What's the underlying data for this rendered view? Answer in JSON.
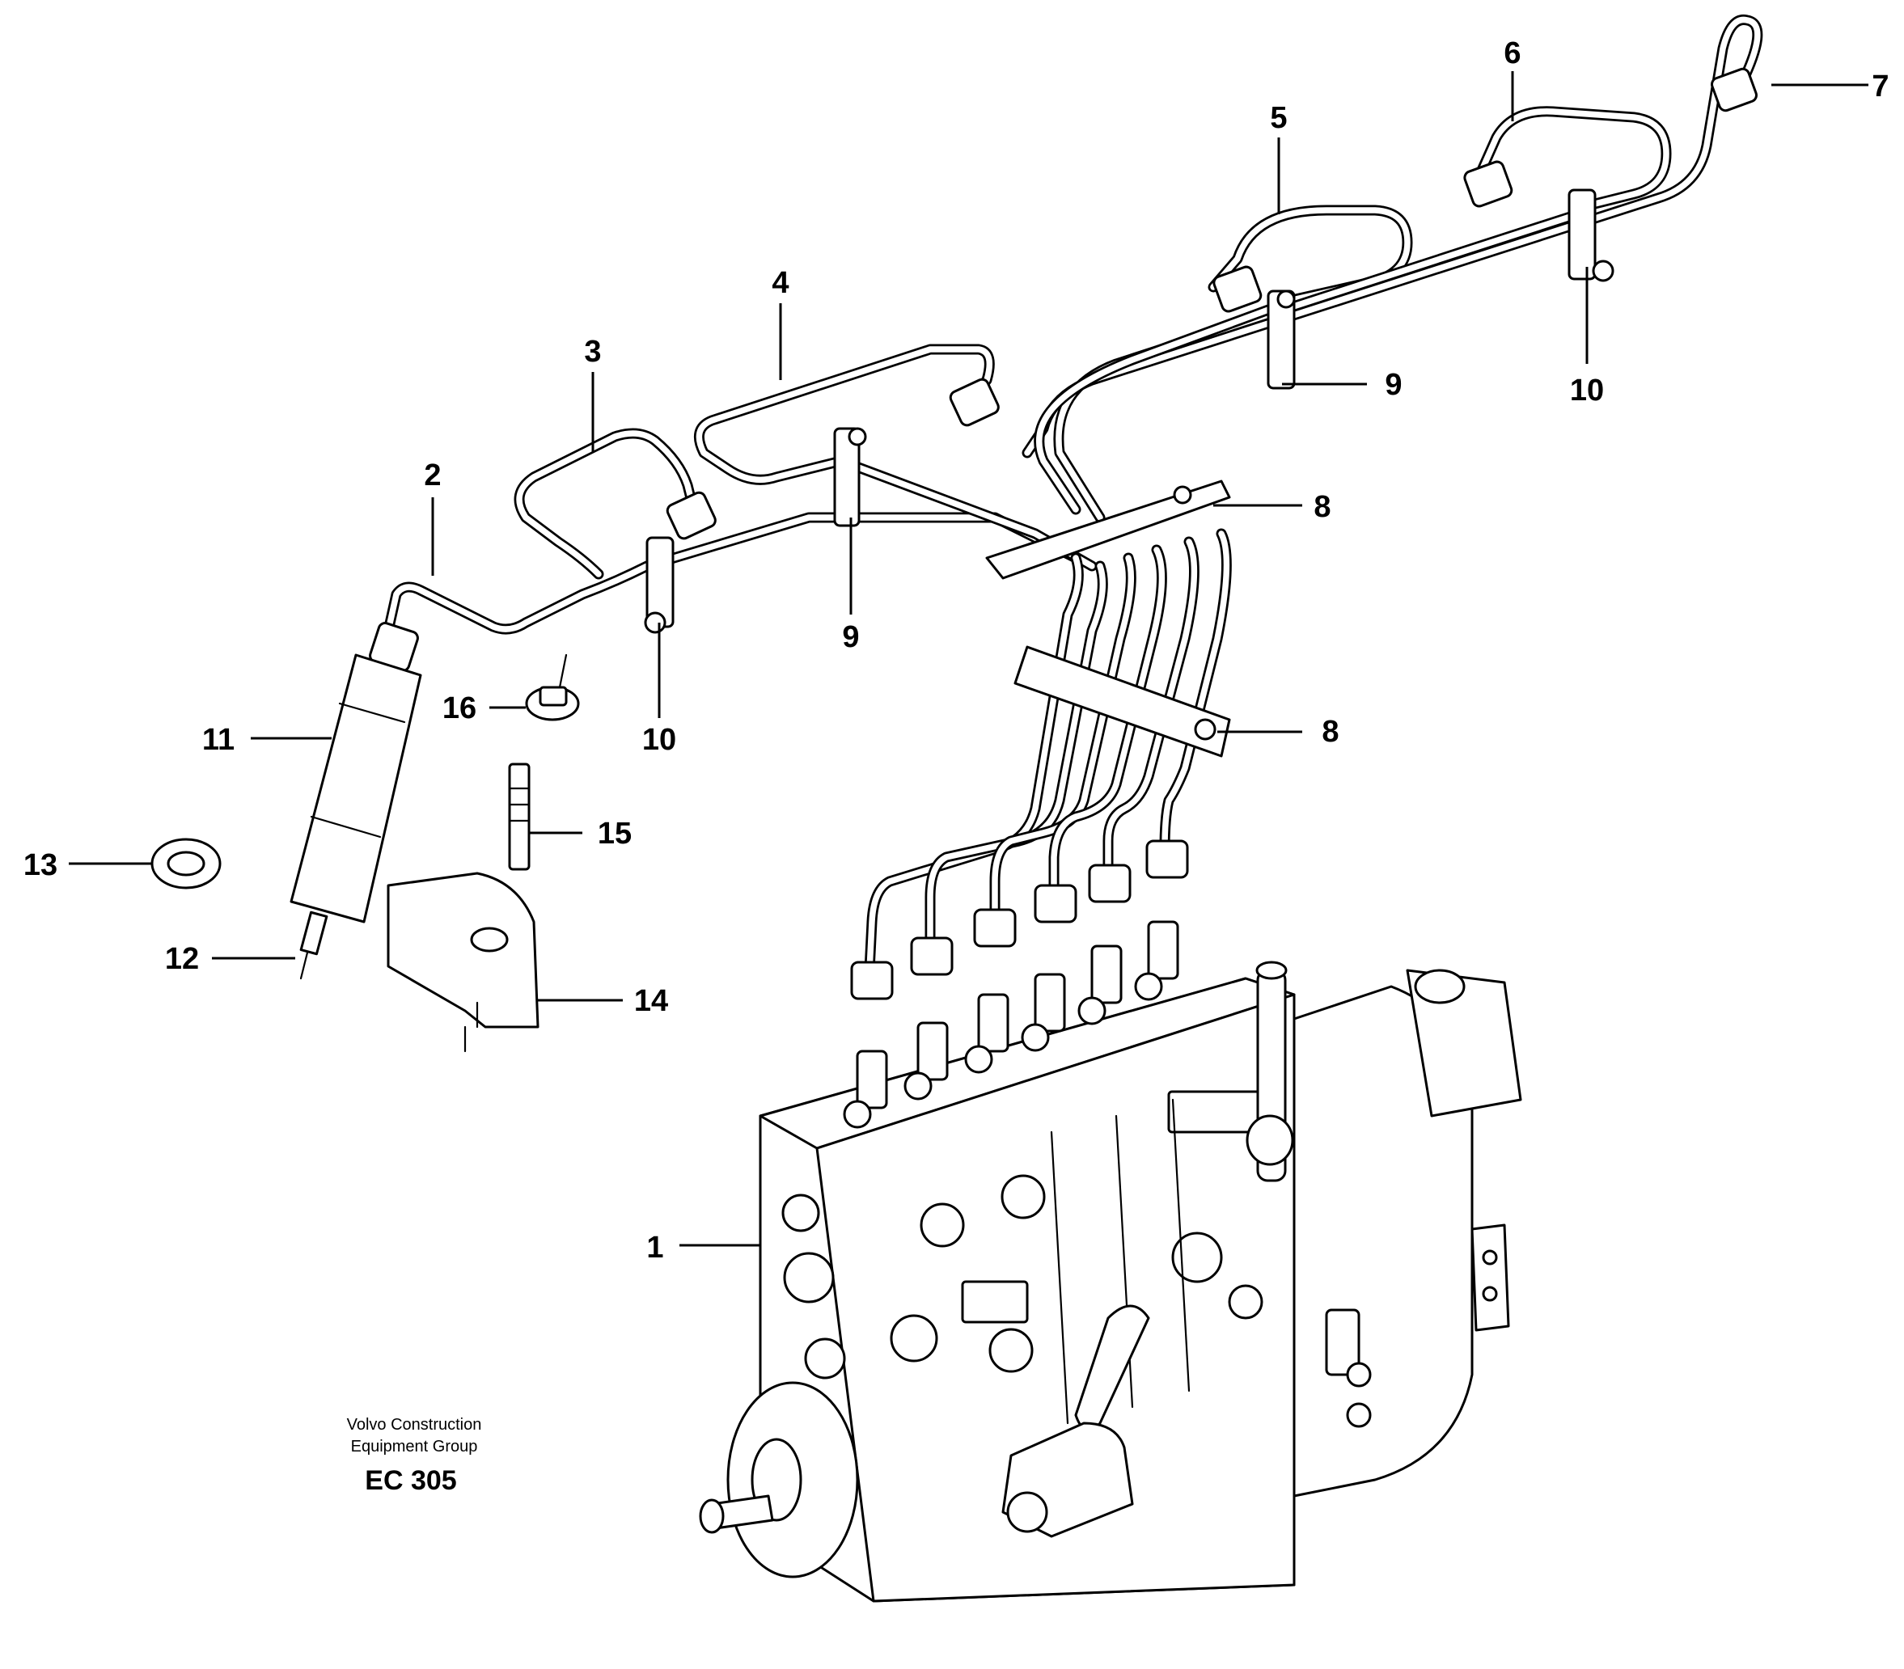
{
  "callouts": [
    {
      "id": "c1",
      "text": "1"
    },
    {
      "id": "c2",
      "text": "2"
    },
    {
      "id": "c3",
      "text": "3"
    },
    {
      "id": "c4",
      "text": "4"
    },
    {
      "id": "c5",
      "text": "5"
    },
    {
      "id": "c6",
      "text": "6"
    },
    {
      "id": "c7",
      "text": "7"
    },
    {
      "id": "c8a",
      "text": "8"
    },
    {
      "id": "c8b",
      "text": "8"
    },
    {
      "id": "c9a",
      "text": "9"
    },
    {
      "id": "c9b",
      "text": "9"
    },
    {
      "id": "c10a",
      "text": "10"
    },
    {
      "id": "c10b",
      "text": "10"
    },
    {
      "id": "c11",
      "text": "11"
    },
    {
      "id": "c12",
      "text": "12"
    },
    {
      "id": "c13",
      "text": "13"
    },
    {
      "id": "c14",
      "text": "14"
    },
    {
      "id": "c15",
      "text": "15"
    },
    {
      "id": "c16",
      "text": "16"
    }
  ],
  "credit": {
    "line1": "Volvo Construction",
    "line2": "Equipment Group",
    "code": "EC 305"
  }
}
